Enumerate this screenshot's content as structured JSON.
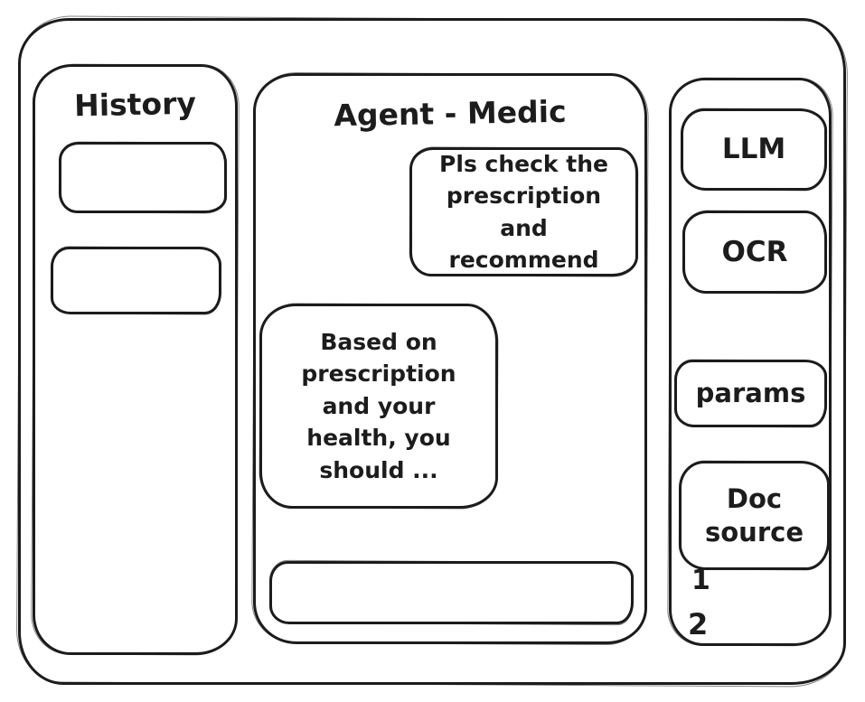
{
  "app": {
    "history": {
      "title": "History",
      "items": [
        {
          "label": ""
        },
        {
          "label": ""
        }
      ]
    },
    "chat": {
      "title": "Agent - Medic",
      "messages": [
        {
          "role": "user",
          "align": "right",
          "text": "Pls check the prescription and recommend"
        },
        {
          "role": "assistant",
          "align": "left",
          "text": "Based on prescription and your health, you should ..."
        }
      ],
      "input_value": ""
    },
    "tools": {
      "llm_label": "LLM",
      "ocr_label": "OCR",
      "params_label": "params",
      "doc_source_label": "Doc source",
      "doc_items": [
        "1",
        "2"
      ]
    }
  },
  "style": {
    "stroke_color": "#1c1c1c",
    "background_color": "#ffffff"
  }
}
